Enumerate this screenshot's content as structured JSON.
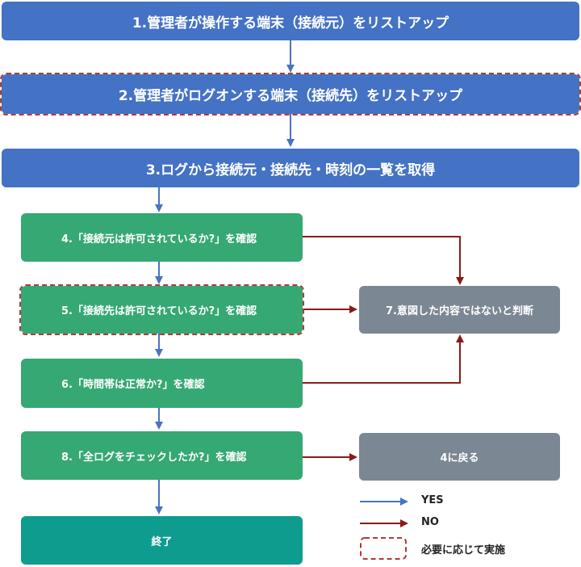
{
  "steps": {
    "s1": "1.管理者が操作する端末（接続元）をリストアップ",
    "s2": "2.管理者がログオンする端末（接続先）をリストアップ",
    "s3": "3.ログから接続元・接続先・時刻の一覧を取得",
    "s4": "4.「接続元は許可されているか?」を確認",
    "s5": "5.「接続先は許可されているか?」を確認",
    "s6": "6.「時間帯は正常か?」を確認",
    "s7": "7.意図した内容ではないと判断",
    "s8": "8.「全ログをチェックしたか?」を確認",
    "back4": "4に戻る",
    "end": "終了"
  },
  "legend": {
    "yes": "YES",
    "no": "NO",
    "optional": "必要に応じて実施"
  },
  "colors": {
    "yes_arrow": "#4a74c1",
    "no_arrow": "#8b1a1a",
    "optional_dash": "#b03a3a",
    "blue_box": "#4472c4",
    "green_box": "#36a873",
    "gray_box": "#7b8792",
    "teal_box": "#0e9c8e"
  }
}
